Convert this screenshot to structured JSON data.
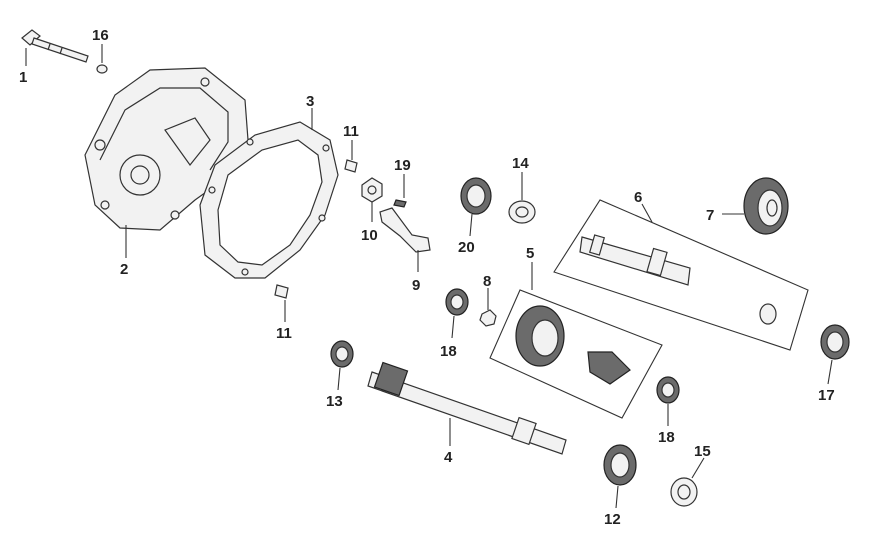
{
  "callouts": [
    {
      "id": "c1",
      "label": "1"
    },
    {
      "id": "c16",
      "label": "16"
    },
    {
      "id": "c2",
      "label": "2"
    },
    {
      "id": "c3",
      "label": "3"
    },
    {
      "id": "c11a",
      "label": "11"
    },
    {
      "id": "c11b",
      "label": "11"
    },
    {
      "id": "c19",
      "label": "19"
    },
    {
      "id": "c10",
      "label": "10"
    },
    {
      "id": "c9",
      "label": "9"
    },
    {
      "id": "c20",
      "label": "20"
    },
    {
      "id": "c14",
      "label": "14"
    },
    {
      "id": "c6",
      "label": "6"
    },
    {
      "id": "c7",
      "label": "7"
    },
    {
      "id": "c5",
      "label": "5"
    },
    {
      "id": "c8",
      "label": "8"
    },
    {
      "id": "c18a",
      "label": "18"
    },
    {
      "id": "c18b",
      "label": "18"
    },
    {
      "id": "c13",
      "label": "13"
    },
    {
      "id": "c4",
      "label": "4"
    },
    {
      "id": "c17",
      "label": "17"
    },
    {
      "id": "c15",
      "label": "15"
    },
    {
      "id": "c12",
      "label": "12"
    }
  ]
}
